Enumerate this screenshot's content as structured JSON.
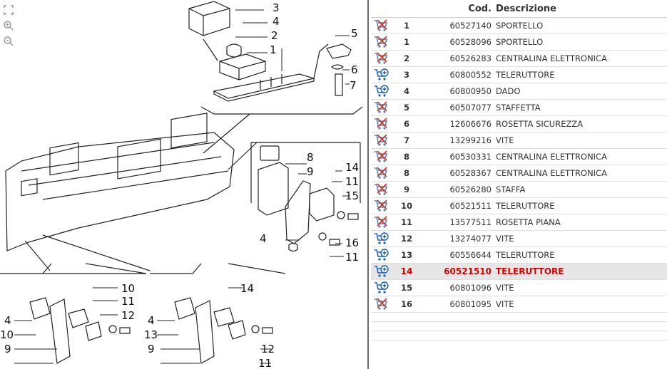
{
  "table": {
    "headers": {
      "cod": "Cod.",
      "descrizione": "Descrizione"
    },
    "rows": [
      {
        "pos": "1",
        "code": "60527140",
        "desc": "SPORTELLO",
        "icon": "cart-disabled-icon"
      },
      {
        "pos": "1",
        "code": "60528096",
        "desc": "SPORTELLO",
        "icon": "cart-disabled-icon"
      },
      {
        "pos": "2",
        "code": "60526283",
        "desc": "CENTRALINA ELETTRONICA",
        "icon": "cart-disabled-icon"
      },
      {
        "pos": "3",
        "code": "60800552",
        "desc": "TELERUTTORE",
        "icon": "cart-add-icon"
      },
      {
        "pos": "4",
        "code": "60800950",
        "desc": "DADO",
        "icon": "cart-add-icon"
      },
      {
        "pos": "5",
        "code": "60507077",
        "desc": "STAFFETTA",
        "icon": "cart-disabled-icon"
      },
      {
        "pos": "6",
        "code": "12606676",
        "desc": "ROSETTA SICUREZZA",
        "icon": "cart-disabled-icon"
      },
      {
        "pos": "7",
        "code": "13299216",
        "desc": "VITE",
        "icon": "cart-disabled-icon"
      },
      {
        "pos": "8",
        "code": "60530331",
        "desc": "CENTRALINA ELETTRONICA",
        "icon": "cart-disabled-icon"
      },
      {
        "pos": "8",
        "code": "60528367",
        "desc": "CENTRALINA ELETTRONICA",
        "icon": "cart-disabled-icon"
      },
      {
        "pos": "9",
        "code": "60526280",
        "desc": "STAFFA",
        "icon": "cart-disabled-icon"
      },
      {
        "pos": "10",
        "code": "60521511",
        "desc": "TELERUTTORE",
        "icon": "cart-disabled-icon"
      },
      {
        "pos": "11",
        "code": "13577511",
        "desc": "ROSETTA PIANA",
        "icon": "cart-disabled-icon"
      },
      {
        "pos": "12",
        "code": "13274077",
        "desc": "VITE",
        "icon": "cart-add-icon"
      },
      {
        "pos": "13",
        "code": "60556644",
        "desc": "TELERUTTORE",
        "icon": "cart-add-icon"
      },
      {
        "pos": "14",
        "code": "60521510",
        "desc": "TELERUTTORE",
        "icon": "cart-add-icon",
        "selected": true
      },
      {
        "pos": "15",
        "code": "60801096",
        "desc": "VITE",
        "icon": "cart-add-icon"
      },
      {
        "pos": "16",
        "code": "60801095",
        "desc": "VITE",
        "icon": "cart-disabled-icon"
      }
    ]
  },
  "diagram": {
    "callouts": [
      "3",
      "4",
      "2",
      "1",
      "5",
      "6",
      "7",
      "8",
      "9",
      "14",
      "11",
      "15",
      "4",
      "16",
      "11",
      "10",
      "11",
      "12",
      "4",
      "10",
      "9",
      "14",
      "4",
      "13",
      "9",
      "12",
      "11"
    ]
  },
  "colors": {
    "selected_text": "#d40000",
    "selected_bg": "#e6e6e6",
    "cart_blue": "#1c5fb0",
    "cart_red": "#c0392b"
  }
}
